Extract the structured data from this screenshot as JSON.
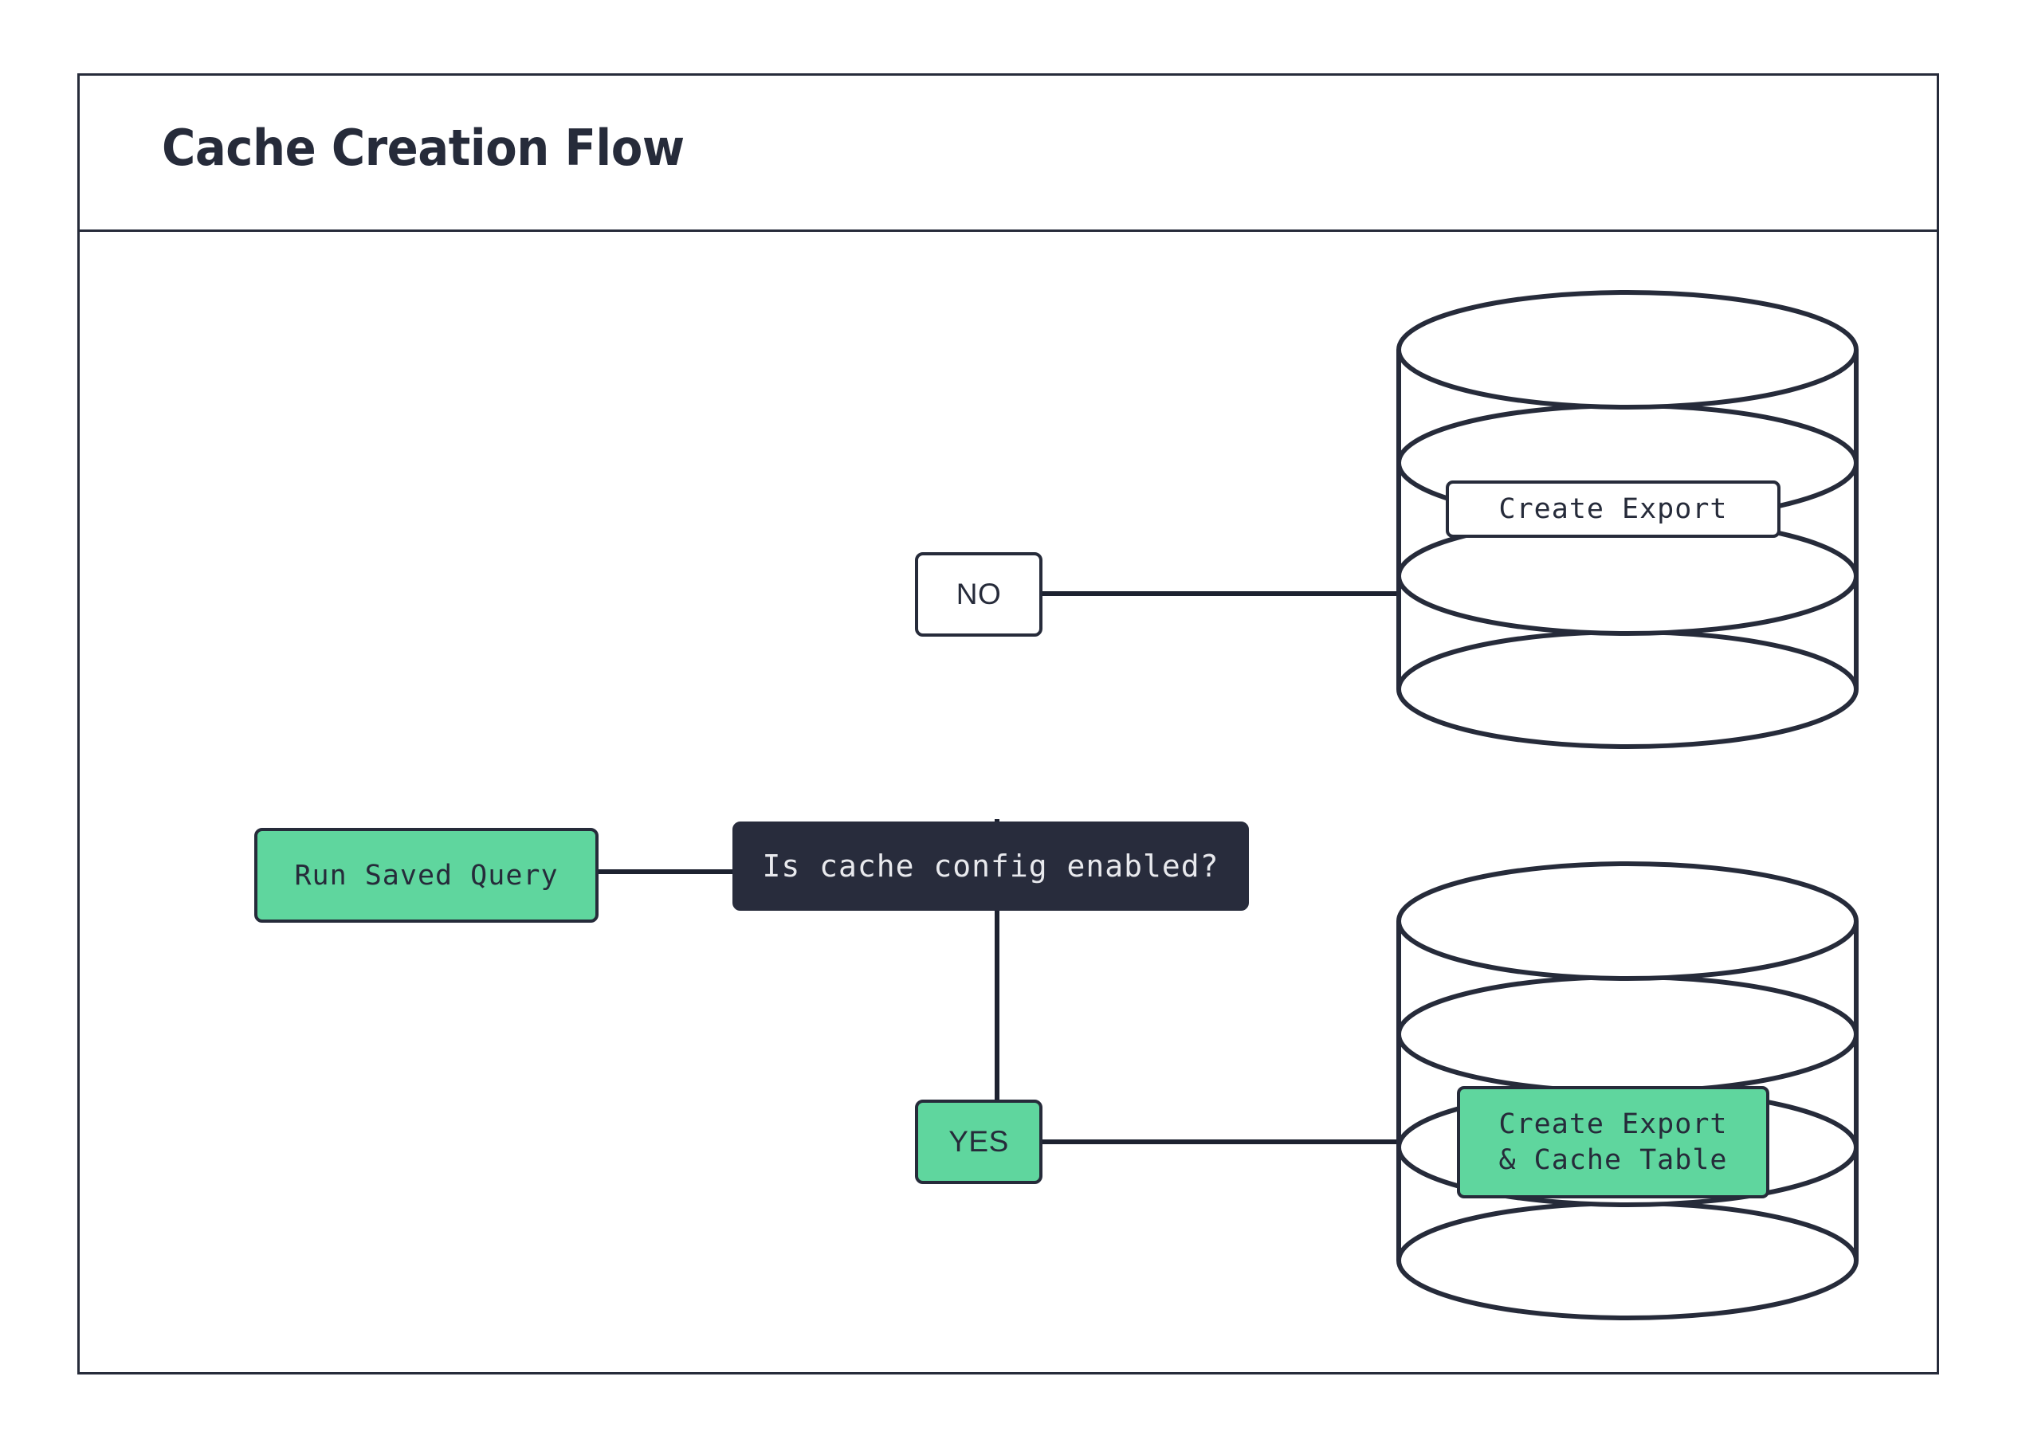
{
  "diagram": {
    "title": "Cache Creation Flow",
    "colors": {
      "stroke": "#262b3a",
      "decision_fill": "#282c3c",
      "decision_text": "#e8e9ed",
      "accent_green": "#5fd69e",
      "background": "#ffffff"
    },
    "nodes": {
      "run_saved_query": {
        "label": "Run Saved Query",
        "shape": "rounded-rect",
        "fill": "green"
      },
      "decision": {
        "label": "Is cache config enabled?",
        "shape": "rounded-rect",
        "fill": "dark"
      },
      "branch_no": {
        "label": "NO",
        "shape": "rounded-rect",
        "fill": "white"
      },
      "branch_yes": {
        "label": "YES",
        "shape": "rounded-rect",
        "fill": "green"
      },
      "db_create_export": {
        "label": "Create Export",
        "shape": "database-stack",
        "label_fill": "white"
      },
      "db_create_export_cache": {
        "label": "Create Export\n& Cache Table",
        "label_line_1": "Create Export",
        "label_line_2": "& Cache Table",
        "shape": "database-stack",
        "label_fill": "green"
      }
    },
    "edges": [
      {
        "from": "run_saved_query",
        "to": "decision",
        "label": ""
      },
      {
        "from": "decision",
        "to": "branch_no",
        "label": ""
      },
      {
        "from": "branch_no",
        "to": "db_create_export",
        "label": ""
      },
      {
        "from": "decision",
        "to": "branch_yes",
        "label": ""
      },
      {
        "from": "branch_yes",
        "to": "db_create_export_cache",
        "label": ""
      }
    ]
  }
}
